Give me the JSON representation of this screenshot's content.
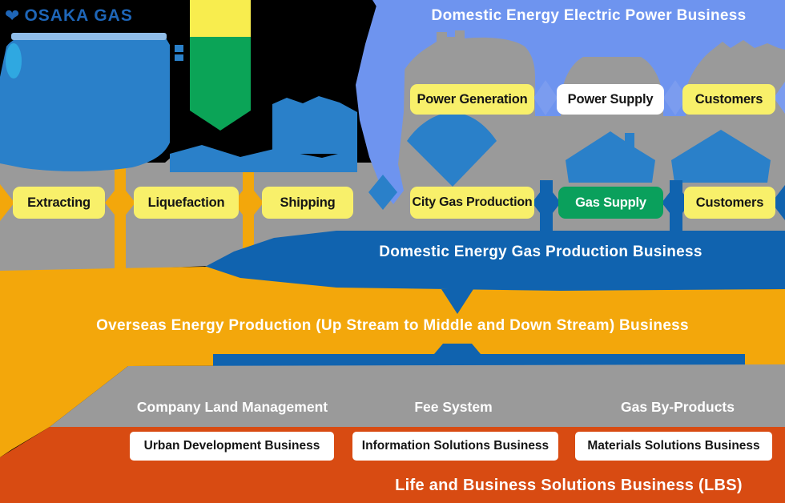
{
  "logo": {
    "mark": "❤",
    "text": "OSAKA GAS"
  },
  "electric_business": {
    "title": "Domestic Energy Electric Power Business",
    "nodes": [
      {
        "label": "Power Generation",
        "variant": "yellow"
      },
      {
        "label": "Power Supply",
        "variant": "white"
      },
      {
        "label": "Customers",
        "variant": "yellow"
      }
    ]
  },
  "overseas_chain": {
    "nodes": [
      {
        "label": "Extracting"
      },
      {
        "label": "Liquefaction"
      },
      {
        "label": "Shipping"
      }
    ]
  },
  "gas_chain": {
    "nodes": [
      {
        "label": "City Gas Production",
        "variant": "yellow"
      },
      {
        "label": "Gas Supply",
        "variant": "green"
      },
      {
        "label": "Customers",
        "variant": "yellow"
      }
    ]
  },
  "gas_production_business": {
    "title": "Domestic Energy Gas Production Business"
  },
  "overseas_business": {
    "title": "Overseas Energy Production (Up Stream to Middle and Down Stream) Business"
  },
  "lbs_business": {
    "topics": [
      {
        "label": "Company Land Management"
      },
      {
        "label": "Fee System"
      },
      {
        "label": "Gas By-Products"
      }
    ],
    "nodes": [
      {
        "label": "Urban Development Business"
      },
      {
        "label": "Information Solutions Business"
      },
      {
        "label": "Materials Solutions Business"
      }
    ],
    "title": "Life and Business Solutions Business (LBS)"
  },
  "colors": {
    "cornflower_band": "#6E94EF",
    "dark_blue_band": "#1063AF",
    "medium_blue_illustration": "#2A80C9",
    "amber_band": "#F3A70B",
    "red_orange_band": "#D84B12",
    "gray_band": "#9A9A9A",
    "yellow_node": "#F8F06A",
    "green_node": "#0AA05C",
    "logo_blue": "#1E66B8"
  }
}
